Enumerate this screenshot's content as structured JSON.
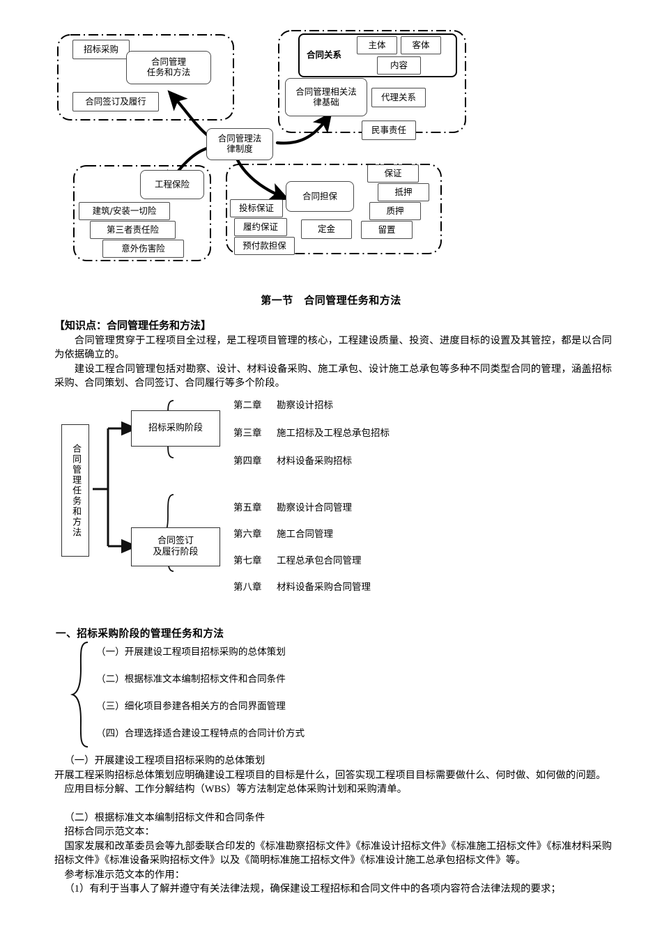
{
  "diagram_one": {
    "center": "合同管理法\n律制度",
    "group_top_left": {
      "nodes": [
        "招标采购",
        "合同管理\n任务和方法",
        "合同签订及履行"
      ]
    },
    "group_top_right": {
      "nodes": [
        "合同关系",
        "主体",
        "客体",
        "内容",
        "合同管理相关法\n律基础",
        "代理关系",
        "民事责任"
      ]
    },
    "group_bottom_left": {
      "nodes": [
        "工程保险",
        "建筑/安装一切险",
        "第三者责任险",
        "意外伤害险"
      ]
    },
    "group_bottom_right": {
      "nodes": [
        "合同担保",
        "投标保证",
        "履约保证",
        "预付款担保",
        "定金",
        "保证",
        "抵押",
        "质押",
        "留置"
      ]
    }
  },
  "section": {
    "title": "第一节　合同管理任务和方法"
  },
  "knowledge_point": "【知识点：合同管理任务和方法】",
  "intro_paragraphs": [
    "合同管理贯穿于工程项目全过程，是工程项目管理的核心，工程建设质量、投资、进度目标的设置及其管控，都是以合同为依据确立的。",
    "建设工程合同管理包括对勘察、设计、材料设备采购、施工承包、设计施工总承包等多种不同类型合同的管理，涵盖招标采购、合同策划、合同签订、合同履行等多个阶段。"
  ],
  "diagram_two": {
    "root": "合同管理任务和方法",
    "stage_one": "招标采购阶段",
    "stage_two": "合同签订\n及履行阶段",
    "chapters_one": [
      {
        "num": "第二章",
        "title": "勘察设计招标"
      },
      {
        "num": "第三章",
        "title": "施工招标及工程总承包招标"
      },
      {
        "num": "第四章",
        "title": "材料设备采购招标"
      }
    ],
    "chapters_two": [
      {
        "num": "第五章",
        "title": "勘察设计合同管理"
      },
      {
        "num": "第六章",
        "title": "施工合同管理"
      },
      {
        "num": "第七章",
        "title": "工程总承包合同管理"
      },
      {
        "num": "第八章",
        "title": "材料设备采购合同管理"
      }
    ]
  },
  "heading_one": "一、招标采购阶段的管理任务和方法",
  "brace_items": [
    "（一）开展建设工程项目招标采购的总体策划",
    "（二）根据标准文本编制招标文件和合同条件",
    "（三）细化项目参建各相关方的合同界面管理",
    "（四）合理选择适合建设工程特点的合同计价方式"
  ],
  "tail": {
    "sub_one_title": "（一）开展建设工程项目招标采购的总体策划",
    "sub_one_body": "开展工程采购招标总体策划应明确建设工程项目的目标是什么，回答实现工程项目目标需要做什么、何时做、如何做的问题。",
    "sub_one_body2": "应用目标分解、工作分解结构（WBS）等方法制定总体采购计划和采购清单。",
    "sub_two_title": "（二）根据标准文本编制招标文件和合同条件",
    "sub_two_line1": "招标合同示范文本：",
    "sub_two_line2": "国家发展和改革委员会等九部委联合印发的《标准勘察招标文件》《标准设计招标文件》《标准施工招标文件》《标准材料采购招标文件》《标准设备采购招标文件》以及《简明标准施工招标文件》《标准设计施工总承包招标文件》等。",
    "sub_two_line3": "参考标准示范文本的作用：",
    "sub_two_line4": "（1）有利于当事人了解并遵守有关法律法规，确保建设工程招标和合同文件中的各项内容符合法律法规的要求；"
  }
}
